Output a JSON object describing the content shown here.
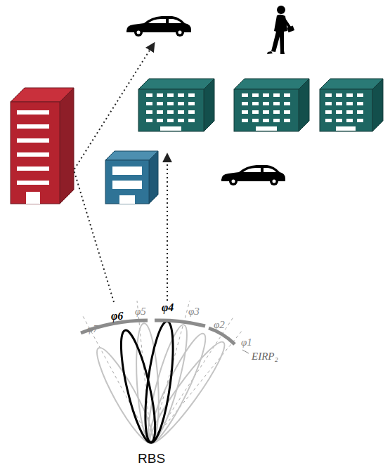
{
  "diagram": {
    "labels": [
      "φ7",
      "φ6",
      "φ5",
      "φ4",
      "φ3",
      "φ2",
      "φ1",
      "EIRP₂",
      "RBS"
    ]
  }
}
